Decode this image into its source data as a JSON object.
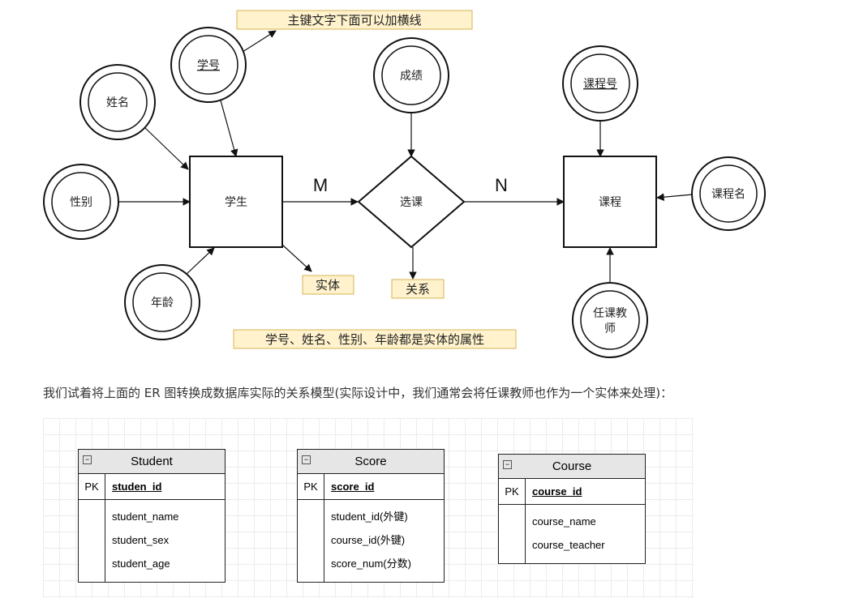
{
  "er": {
    "entities": {
      "student": "学生",
      "course": "课程"
    },
    "relationship": "选课",
    "cardinality": {
      "left": "M",
      "right": "N"
    },
    "attributes": {
      "student_id": "学号",
      "name": "姓名",
      "gender": "性别",
      "age": "年龄",
      "score": "成绩",
      "course_id": "课程号",
      "course_name": "课程名",
      "teacher_line1": "任课教",
      "teacher_line2": "师"
    },
    "notes": {
      "primary_key": "主键文字下面可以加横线",
      "entity": "实体",
      "relation": "关系",
      "attributes": "学号、姓名、性别、年龄都是实体的属性"
    }
  },
  "paragraph": "我们试着将上面的 ER 图转换成数据库实际的关系模型(实际设计中，我们通常会将任课教师也作为一个实体来处理)：",
  "tables": {
    "student": {
      "title": "Student",
      "pk_label": "PK",
      "pk": "studen_id",
      "fields": [
        "student_name",
        "student_sex",
        "student_age"
      ]
    },
    "score": {
      "title": "Score",
      "pk_label": "PK",
      "pk": "score_id",
      "fields": [
        "student_id(外键)",
        "course_id(外键)",
        "score_num(分数)"
      ]
    },
    "course": {
      "title": "Course",
      "pk_label": "PK",
      "pk": "course_id",
      "fields": [
        "course_name",
        "course_teacher"
      ]
    }
  },
  "colors": {
    "note_fill": "#fff2cc",
    "note_border": "#d6b656",
    "header_fill": "#e6e6e6"
  }
}
